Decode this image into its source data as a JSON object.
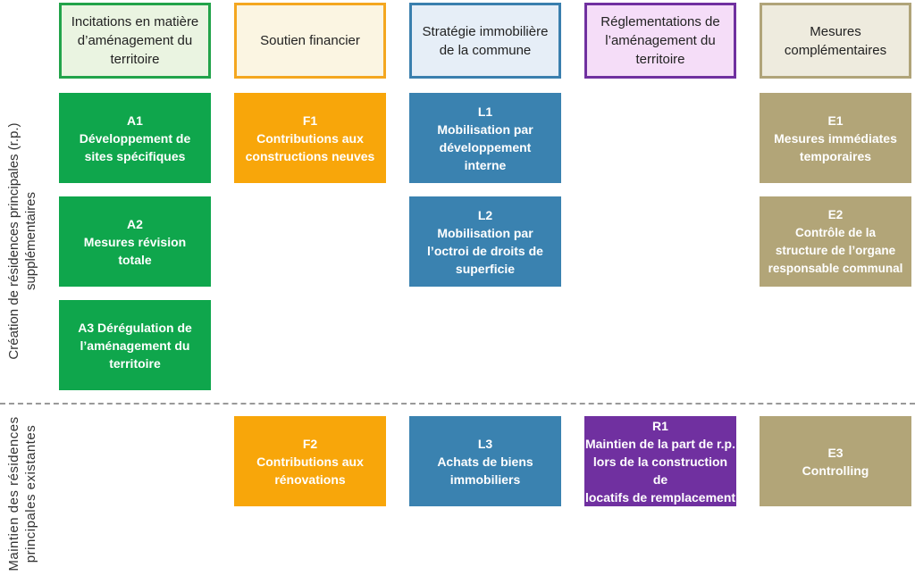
{
  "colors": {
    "green": "#0FA64C",
    "orange": "#F8A60A",
    "blue": "#3A82B0",
    "purple": "#7030A0",
    "tan": "#B2A578"
  },
  "row_labels": {
    "creation": [
      "Création de résidences principales (r.p.)",
      "supplémentaires"
    ],
    "maintien": [
      "Maintien des résidences",
      "principales existantes"
    ]
  },
  "headers": [
    {
      "lines": [
        "Incitations en matière",
        "d’aménagement du",
        "territoire"
      ],
      "fill": "#EAF4E1",
      "border": "#22A34A"
    },
    {
      "lines": [
        "Soutien financier"
      ],
      "fill": "#FBF5E2",
      "border": "#F4A720"
    },
    {
      "lines": [
        "Stratégie immobilière",
        "de la commune"
      ],
      "fill": "#E6EEF7",
      "border": "#3A7FAE"
    },
    {
      "lines": [
        "Réglementations de",
        "l’aménagement du",
        "territoire"
      ],
      "fill": "#F5DDF8",
      "border": "#7030A0"
    },
    {
      "lines": [
        "Mesures",
        "complémentaires"
      ],
      "fill": "#EEEBDE",
      "border": "#B0A479"
    }
  ],
  "measures": [
    {
      "code": "A1",
      "lines": [
        "Développement de",
        "sites spécifiques"
      ],
      "color": "green",
      "col": 0,
      "row": 0
    },
    {
      "code": "",
      "lines": [
        "A2",
        "Mesures révision",
        "totale"
      ],
      "color": "green",
      "col": 0,
      "row": 1
    },
    {
      "code": "",
      "lines": [
        "A3 Dérégulation de",
        "l’aménagement du",
        "territoire"
      ],
      "color": "green",
      "col": 0,
      "row": 2
    },
    {
      "code": "F1",
      "lines": [
        "Contributions aux",
        "constructions neuves"
      ],
      "color": "orange",
      "col": 1,
      "row": 0
    },
    {
      "code": "L1",
      "lines": [
        "Mobilisation par",
        "développement",
        "interne"
      ],
      "color": "blue",
      "col": 2,
      "row": 0
    },
    {
      "code": "L2",
      "lines": [
        "Mobilisation par",
        "l’octroi de droits de",
        "superficie"
      ],
      "color": "blue",
      "col": 2,
      "row": 1
    },
    {
      "code": "E1",
      "lines": [
        "Mesures immédiates",
        "temporaires"
      ],
      "color": "tan",
      "col": 4,
      "row": 0
    },
    {
      "code": "E2",
      "lines": [
        "Contrôle de la",
        "structure de l’organe",
        "responsable communal"
      ],
      "color": "tan",
      "col": 4,
      "row": 1
    },
    {
      "code": "F2",
      "lines": [
        "Contributions aux",
        "rénovations"
      ],
      "color": "orange",
      "col": 1,
      "row": 3
    },
    {
      "code": "L3",
      "lines": [
        "Achats de biens",
        "immobiliers"
      ],
      "color": "blue",
      "col": 2,
      "row": 3
    },
    {
      "code": "R1",
      "lines": [
        "Maintien de la part de r.p.",
        "lors de la construction de",
        "locatifs de remplacement"
      ],
      "color": "purple",
      "col": 3,
      "row": 3
    },
    {
      "code": "E3",
      "lines": [
        "Controlling"
      ],
      "color": "tan",
      "col": 4,
      "row": 3
    }
  ]
}
